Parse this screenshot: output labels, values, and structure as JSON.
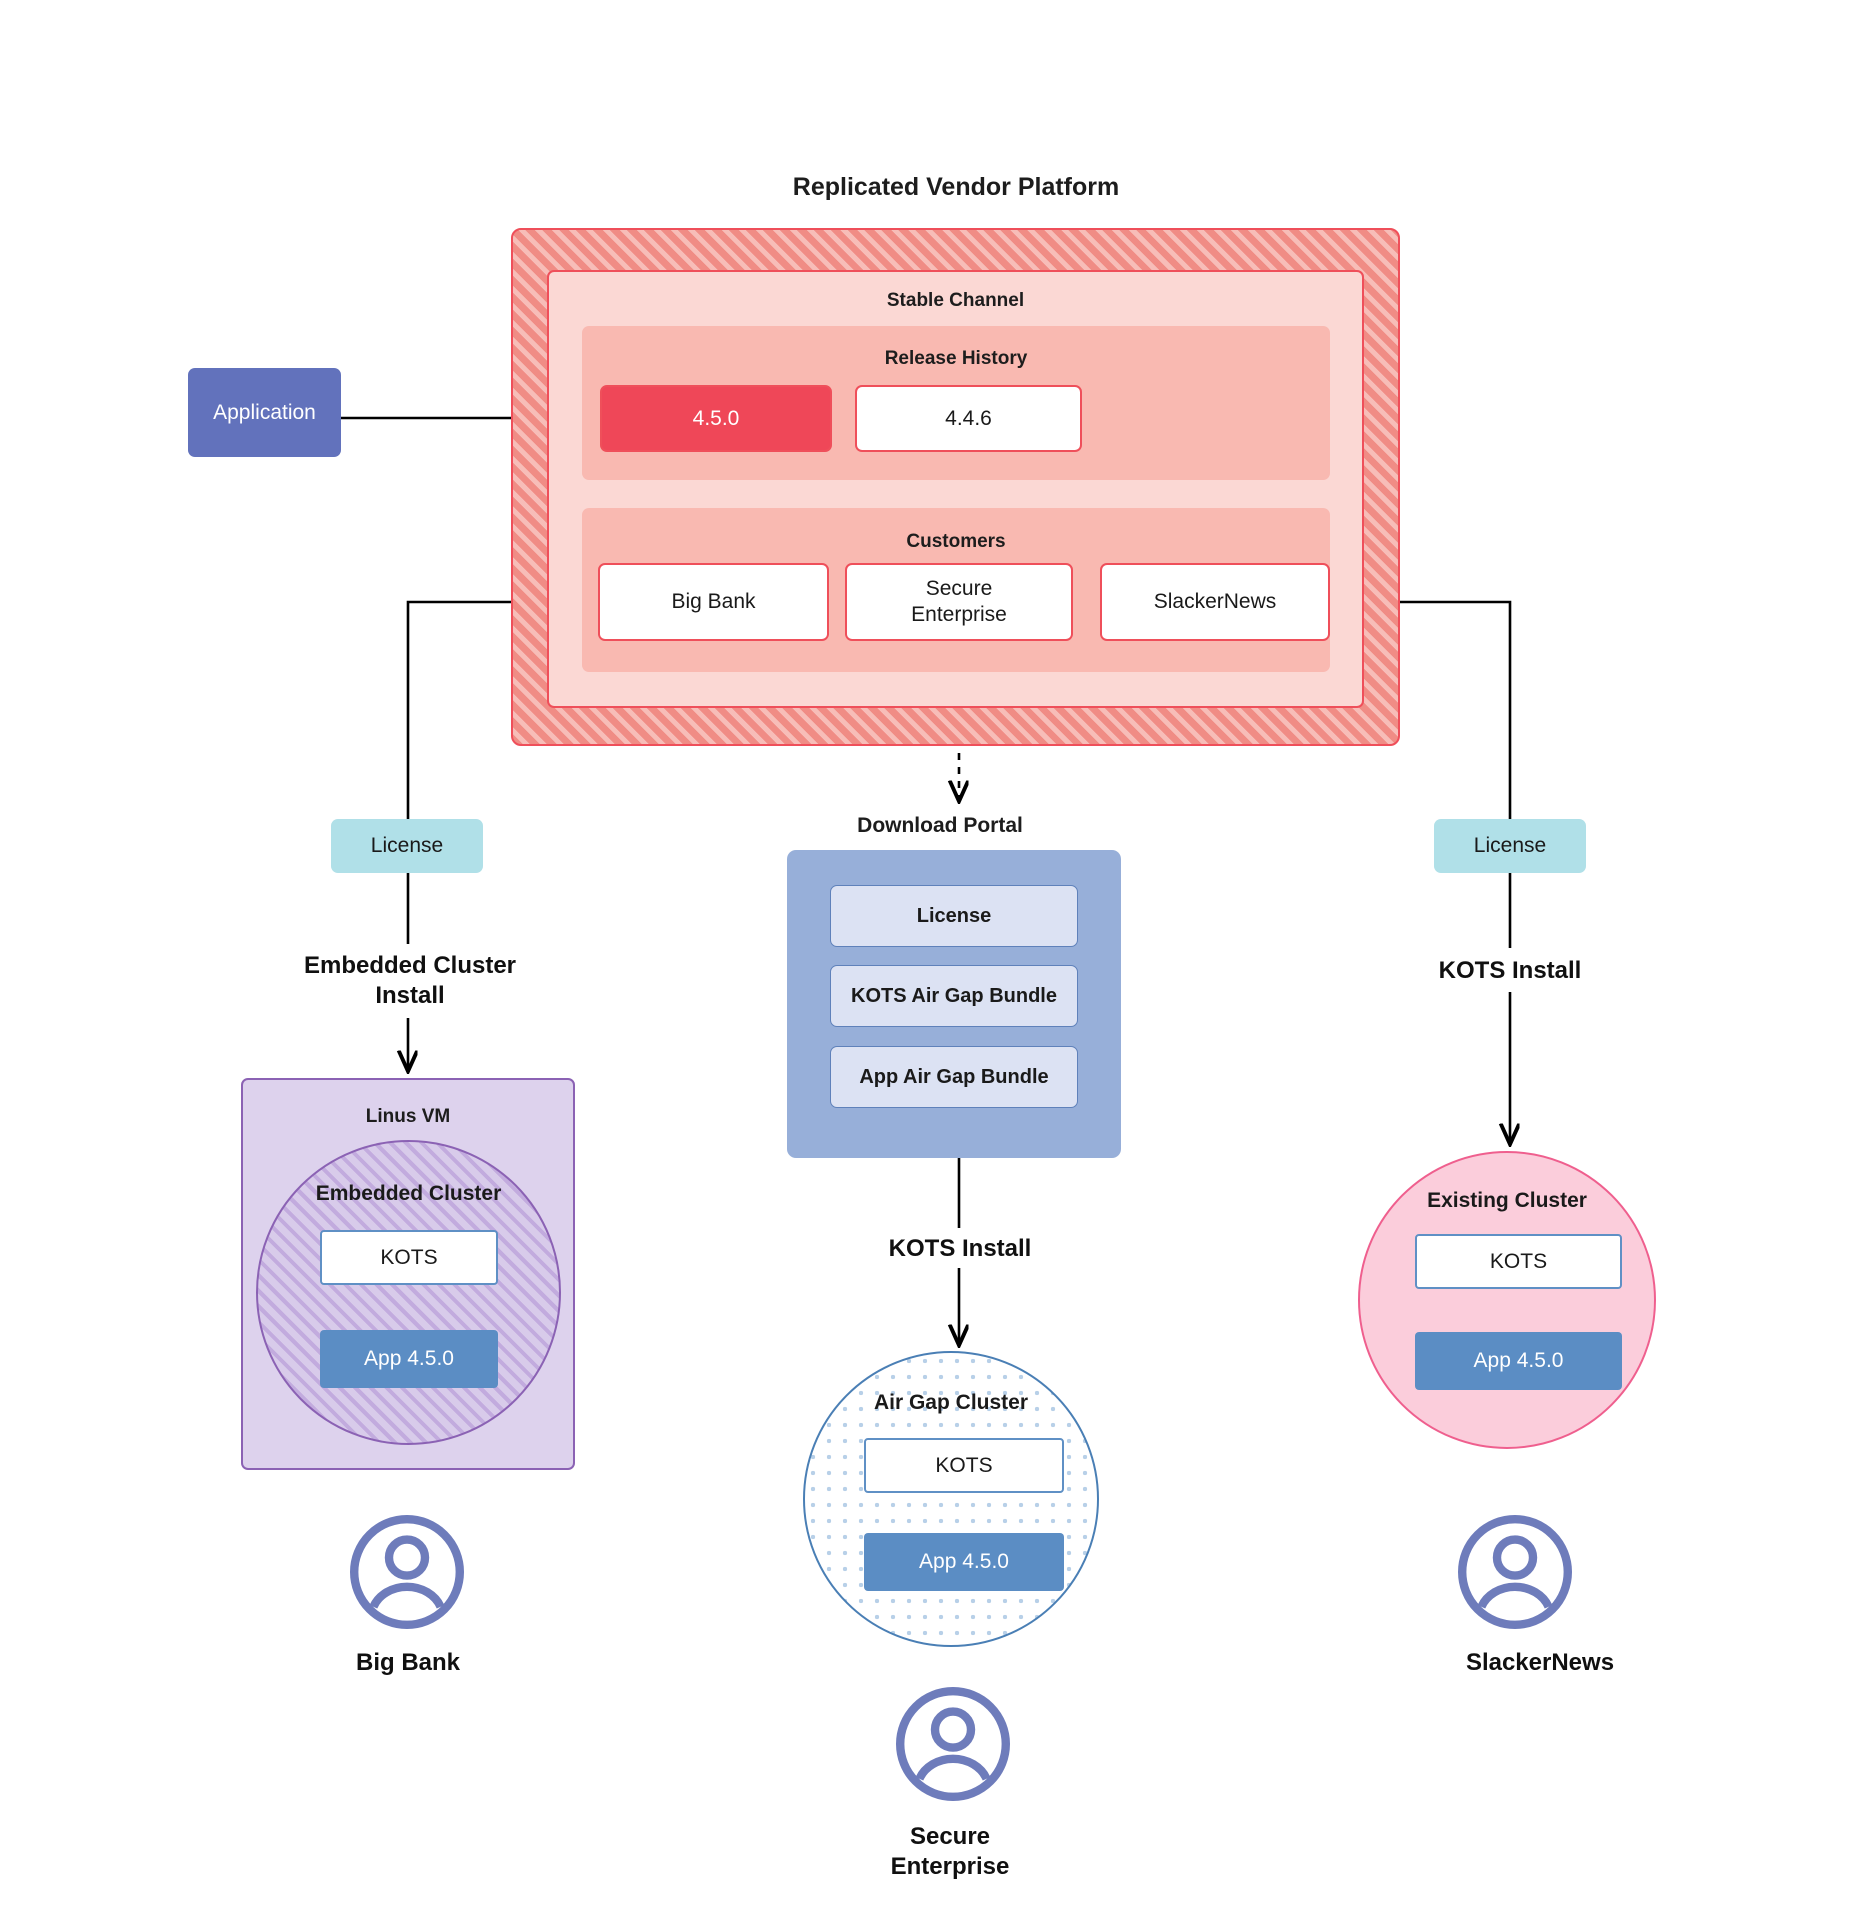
{
  "diagram": {
    "title": "Replicated Vendor Platform",
    "application_box": {
      "label": "Application"
    },
    "vendor_platform": {
      "stable_channel": {
        "title": "Stable Channel",
        "release_history": {
          "title": "Release History",
          "releases": [
            {
              "version": "4.5.0",
              "state": "current"
            },
            {
              "version": "4.4.6",
              "state": "previous"
            }
          ]
        },
        "customers": {
          "title": "Customers",
          "items": [
            {
              "name": "Big Bank"
            },
            {
              "name": "Secure\nEnterprise"
            },
            {
              "name": "SlackerNews"
            }
          ]
        }
      }
    },
    "licenses": [
      {
        "label": "License",
        "position": "left"
      },
      {
        "label": "License",
        "position": "right"
      }
    ],
    "download_portal": {
      "title": "Download  Portal",
      "items": [
        {
          "label": "License"
        },
        {
          "label": "KOTS Air Gap Bundle"
        },
        {
          "label": "App Air Gap Bundle"
        }
      ]
    },
    "flows": {
      "embedded_install": "Embedded Cluster\nInstall",
      "kots_install_center": "KOTS Install",
      "kots_install_right": "KOTS Install"
    },
    "targets": {
      "left": {
        "host_label": "Linus VM",
        "cluster_label": "Embedded Cluster",
        "kots_label": "KOTS",
        "app_label": "App 4.5.0",
        "customer_label": "Big Bank",
        "avatar": "user-avatar-icon"
      },
      "center": {
        "cluster_label": "Air Gap Cluster",
        "kots_label": "KOTS",
        "app_label": "App 4.5.0",
        "customer_label": "Secure\nEnterprise",
        "avatar": "user-avatar-icon"
      },
      "right": {
        "cluster_label": "Existing Cluster",
        "kots_label": "KOTS",
        "app_label": "App 4.5.0",
        "customer_label": "SlackerNews",
        "avatar": "user-avatar-icon"
      }
    },
    "colors": {
      "vendor_hatch": "#f08c85",
      "vendor_border": "#ef4f5a",
      "stable_channel_bg": "#fbd8d4",
      "inner_panel_bg": "#f9b9b1",
      "release_current_bg": "#ef4758",
      "application_bg": "#6272bc",
      "license_bg": "#b0e0e8",
      "download_portal_bg": "#97afd9",
      "download_item_bg": "#dce2f3",
      "linus_vm_bg": "#ddd2ed",
      "linus_vm_border": "#8b62b4",
      "existing_cluster_bg": "#fbcddb",
      "existing_cluster_border": "#ef5f8e",
      "airgap_border": "#4a7fb5",
      "app_box_bg": "#5b8dc4",
      "kots_box_border": "#5f90c5",
      "avatar_color": "#6e7cbb"
    }
  }
}
